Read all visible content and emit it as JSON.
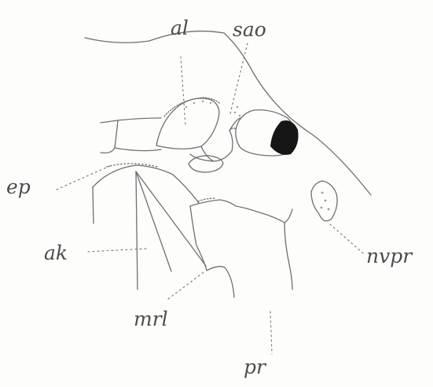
{
  "figure": {
    "labels": {
      "al": "al",
      "sao": "sao",
      "ep": "ep",
      "ak": "ak",
      "nvpr": "nvpr",
      "mrl": "mrl",
      "pr": "pr"
    },
    "colors": {
      "line": "#6f6f6f",
      "dark_mass": "#161616",
      "label": "#4c4c4c"
    }
  }
}
